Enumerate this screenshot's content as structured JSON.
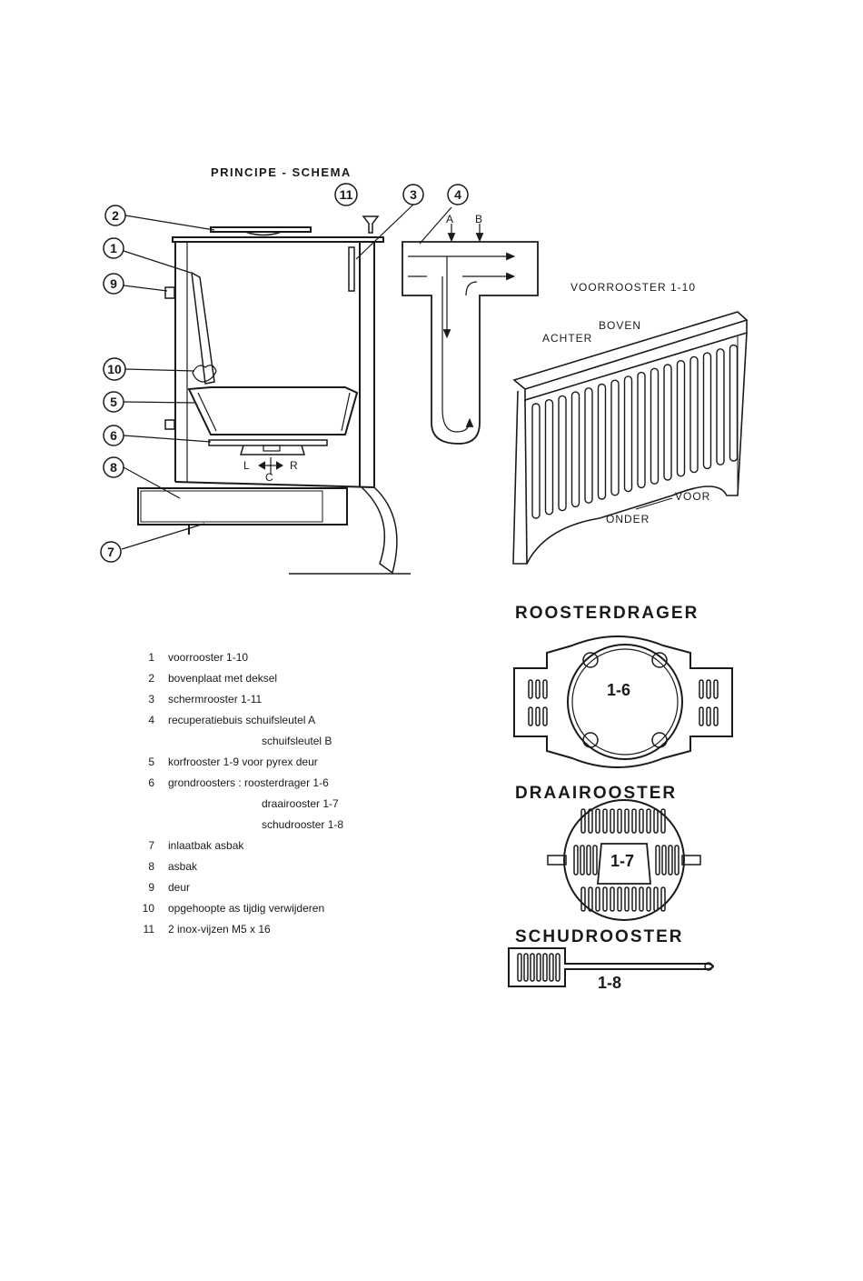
{
  "schema_title": "PRINCIPE - SCHEMA",
  "callouts": [
    "1",
    "2",
    "3",
    "4",
    "5",
    "6",
    "7",
    "8",
    "9",
    "10",
    "11"
  ],
  "flow_labels": {
    "a": "A",
    "b": "B",
    "l": "L",
    "r": "R",
    "c": "C"
  },
  "grate_view": {
    "title": "VOORROOSTER 1-10",
    "top": "BOVEN",
    "back": "ACHTER",
    "front": "VOOR",
    "bottom": "ONDER"
  },
  "parts": {
    "roosterdrager": {
      "title": "ROOSTERDRAGER",
      "code": "1-6"
    },
    "draairooster": {
      "title": "DRAAIROOSTER",
      "code": "1-7"
    },
    "schudrooster": {
      "title": "SCHUDROOSTER",
      "code": "1-8"
    }
  },
  "legend": [
    {
      "num": "1",
      "text": "voorrooster 1-10"
    },
    {
      "num": "2",
      "text": "bovenplaat met deksel"
    },
    {
      "num": "3",
      "text": "schermrooster 1-11"
    },
    {
      "num": "4",
      "text": "recuperatiebuis schuifsleutel A"
    },
    {
      "num": "",
      "text": "schuifsleutel B",
      "cont": true
    },
    {
      "num": "5",
      "text": "korfrooster 1-9 voor pyrex deur"
    },
    {
      "num": "6",
      "text": "grondroosters : roosterdrager 1-6"
    },
    {
      "num": "",
      "text": "draairooster 1-7",
      "cont": true
    },
    {
      "num": "",
      "text": "schudrooster 1-8",
      "cont": true
    },
    {
      "num": "7",
      "text": "inlaatbak asbak"
    },
    {
      "num": "8",
      "text": "asbak"
    },
    {
      "num": "9",
      "text": "deur"
    },
    {
      "num": "10",
      "text": "opgehoopte as tijdig verwijderen"
    },
    {
      "num": "11",
      "text": "2 inox-vijzen M5 x 16"
    }
  ]
}
